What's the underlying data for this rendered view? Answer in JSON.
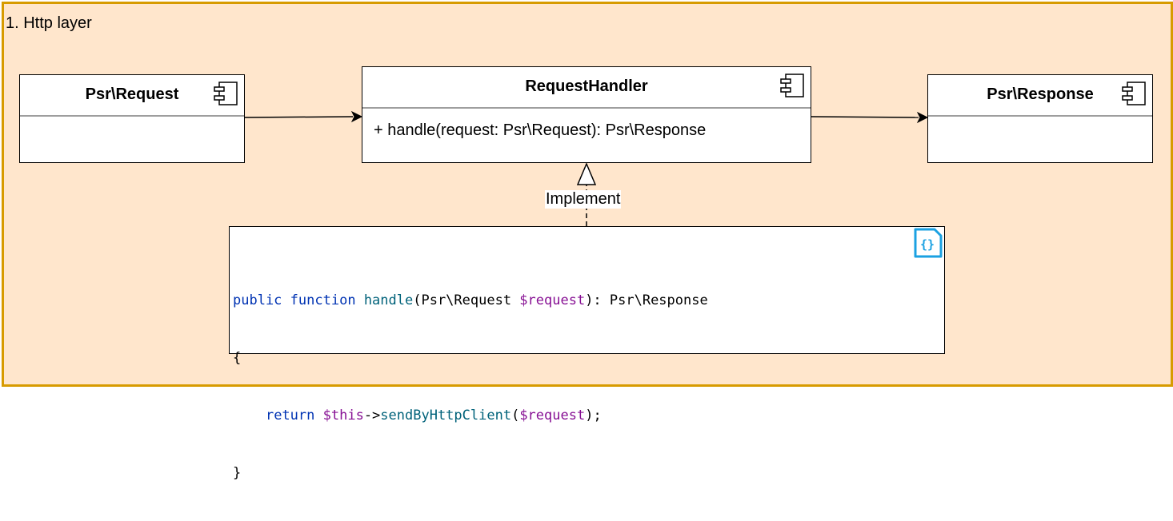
{
  "layer": {
    "title": "1. Http layer"
  },
  "components": {
    "request": {
      "name": "Psr\\Request"
    },
    "handler": {
      "name": "RequestHandler",
      "method": "+ handle(request: Psr\\Request): Psr\\Response"
    },
    "response": {
      "name": "Psr\\Response"
    }
  },
  "relations": {
    "implement_label": "Implement"
  },
  "code": {
    "line1": {
      "kw1": "public",
      "kw2": "function",
      "fn": "handle",
      "open": "(Psr\\Request ",
      "var": "$request",
      "close": "): Psr\\Response"
    },
    "line2": "{",
    "line3": {
      "indent": "    ",
      "kw": "return",
      "this": "$this",
      "arrow": "->",
      "fn": "sendByHttpClient",
      "open": "(",
      "var": "$request",
      "close": ");"
    },
    "line4": "}"
  },
  "icons": {
    "component": "component-icon",
    "code_file": "json-file-icon",
    "code_file_glyph": "{}"
  },
  "colors": {
    "background": "#ffe6cc",
    "border": "#d79b00",
    "icon": "#1ba1e2",
    "keyword": "#0033b3",
    "function": "#00627a",
    "variable": "#871094"
  }
}
